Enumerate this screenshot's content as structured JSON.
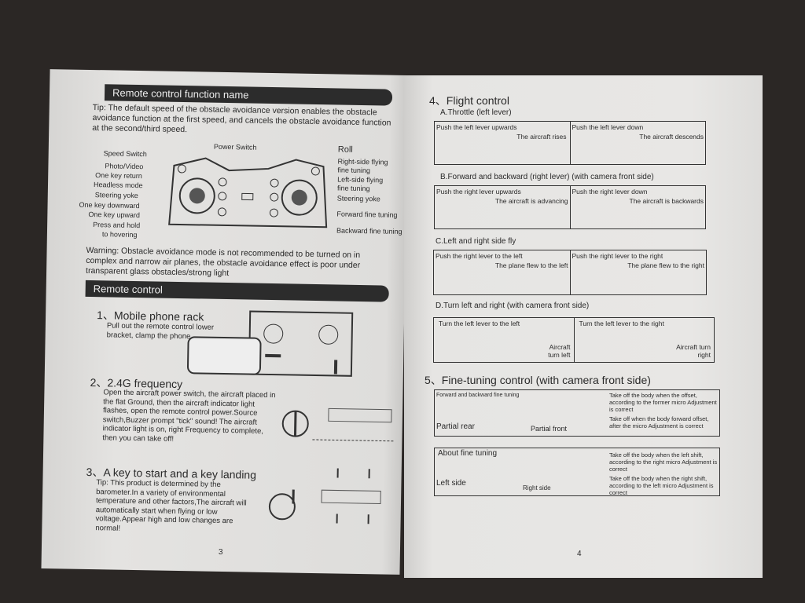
{
  "left_page": {
    "section1_title": "Remote control function name",
    "tip": "Tip: The default speed of the obstacle avoidance version enables the obstacle avoidance function at the first speed, and cancels the obstacle avoidance function at the second/third speed.",
    "controller_labels_left": [
      "Speed Switch",
      "Photo/Video",
      "One key return",
      "Headless mode",
      "Steering yoke",
      "One key downward",
      "One key upward",
      "Press and hold",
      "to hovering"
    ],
    "controller_label_top": "Power Switch",
    "controller_labels_right": [
      "Roll",
      "Right-side flying",
      "fine tuning",
      "Left-side flying",
      "fine tuning",
      "Steering yoke",
      "Forward fine tuning",
      "Backward fine tuning"
    ],
    "warning": "Warning: Obstacle avoidance mode is not recommended to be turned on in complex and narrow air planes, the obstacle avoidance effect is poor under transparent glass obstacles/strong light",
    "section2_title": "Remote control",
    "item1_title": "1、Mobile phone rack",
    "item1_body": "Pull out the remote control lower bracket, clamp the phone.",
    "item2_title": "2、2.4G frequency",
    "item2_body": "Open the aircraft power switch, the aircraft placed in the flat Ground, then the aircraft indicator light flashes, open the remote control power.Source switch,Buzzer prompt \"tick\" sound! The aircraft indicator light is on, right Frequency to complete, then you can take off!",
    "item3_title": "3、A key to start and a key landing",
    "item3_body": "Tip: This product is determined by the barometer.In a variety of environmental temperature and other factors,The aircraft will automatically start when flying or low voltage.Appear high and low changes are normal!",
    "page_number": "3"
  },
  "right_page": {
    "item4_title": "4、Flight control",
    "a_title": "A.Throttle (left lever)",
    "a_cells": [
      [
        "Push the left lever upwards",
        "The aircraft rises"
      ],
      [
        "Push the left lever down",
        "The aircraft descends"
      ]
    ],
    "b_title": "B.Forward and backward (right lever) (with camera front side)",
    "b_cells": [
      [
        "Push the right lever upwards",
        "The aircraft is advancing"
      ],
      [
        "Push the right lever down",
        "The aircraft is backwards"
      ]
    ],
    "c_title": "C.Left and right side fly",
    "c_cells": [
      [
        "Push the right lever to the left",
        "The plane flew to the left"
      ],
      [
        "Push the right lever to the right",
        "The plane flew to the right"
      ]
    ],
    "d_title": "D.Turn left and right (with camera front side)",
    "d_cells": [
      [
        "Turn the left lever to the left",
        "Aircraft turn left"
      ],
      [
        "Turn the left lever to the right",
        "Aircraft turn right"
      ]
    ],
    "item5_title": "5、Fine-tuning control (with camera front side)",
    "fine1": {
      "label": "Forward and backward fine tuning",
      "rear": "Partial rear",
      "front": "Partial front",
      "note1": "Take off the body when the offset, according to the former micro Adjustment is correct",
      "note2": "Take off when the body forward offset, after the micro Adjustment is correct"
    },
    "fine2": {
      "label": "About fine tuning",
      "left": "Left side",
      "right": "Right side",
      "note1": "Take off the body when the left shift, according to the right micro Adjustment is correct",
      "note2": "Take off the body when the right shift, according to the left micro Adjustment is correct"
    },
    "page_number": "4"
  }
}
